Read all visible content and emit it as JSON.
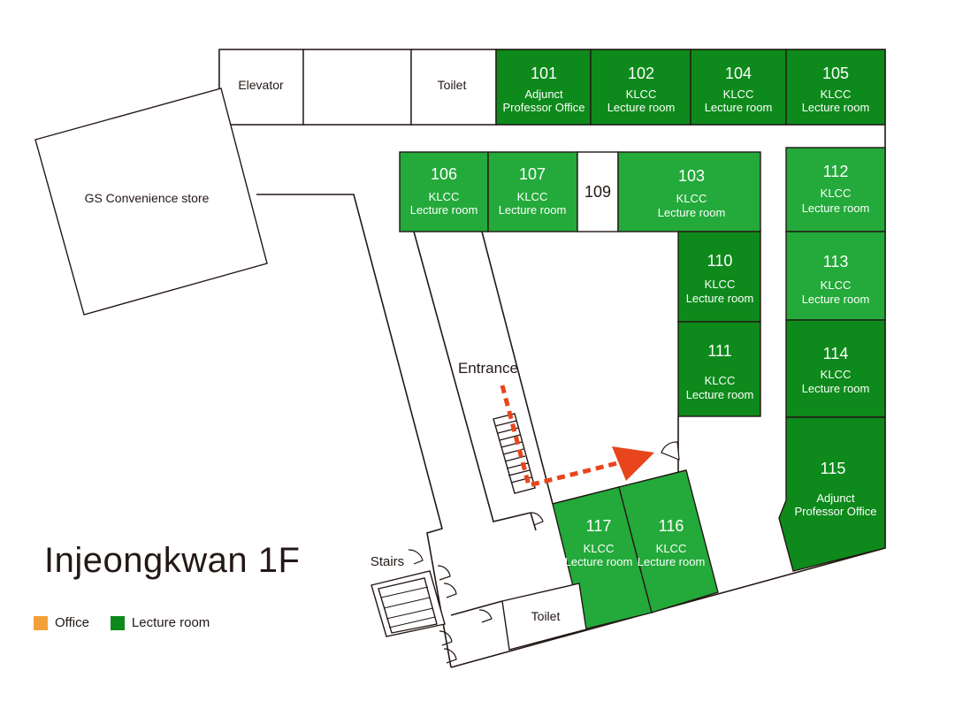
{
  "title": "Injeongkwan 1F",
  "colors": {
    "lecture_dark": "#0d8a1b",
    "lecture_light": "#23aa3a",
    "office": "#f2a13a",
    "route_arrow": "#e8451d"
  },
  "legend": [
    {
      "label": "Office",
      "color": "#f2a13a"
    },
    {
      "label": "Lecture room",
      "color": "#0d8a1b"
    }
  ],
  "rooms": {
    "r101": {
      "num": "101",
      "l1": "Adjunct",
      "l2": "Professor Office"
    },
    "r102": {
      "num": "102",
      "l1": "KLCC",
      "l2": "Lecture room"
    },
    "r104": {
      "num": "104",
      "l1": "KLCC",
      "l2": "Lecture room"
    },
    "r105": {
      "num": "105",
      "l1": "KLCC",
      "l2": "Lecture room"
    },
    "r106": {
      "num": "106",
      "l1": "KLCC",
      "l2": "Lecture room"
    },
    "r107": {
      "num": "107",
      "l1": "KLCC",
      "l2": "Lecture room"
    },
    "r109": {
      "num": "109"
    },
    "r103": {
      "num": "103",
      "l1": "KLCC",
      "l2": "Lecture room"
    },
    "r112": {
      "num": "112",
      "l1": "KLCC",
      "l2": "Lecture room"
    },
    "r113": {
      "num": "113",
      "l1": "KLCC",
      "l2": "Lecture room"
    },
    "r110": {
      "num": "110",
      "l1": "KLCC",
      "l2": "Lecture room"
    },
    "r111": {
      "num": "111",
      "l1": "KLCC",
      "l2": "Lecture room"
    },
    "r114": {
      "num": "114",
      "l1": "KLCC",
      "l2": "Lecture room"
    },
    "r115": {
      "num": "115",
      "l1": "Adjunct",
      "l2": "Professor Office"
    },
    "r117": {
      "num": "117",
      "l1": "KLCC",
      "l2": "Lecture room"
    },
    "r116": {
      "num": "116",
      "l1": "KLCC",
      "l2": "Lecture room"
    }
  },
  "labels": {
    "elevator": "Elevator",
    "toilet_top": "Toilet",
    "toilet_bottom": "Toilet",
    "store": "GS Convenience store",
    "entrance": "Entrance",
    "stairs": "Stairs"
  }
}
